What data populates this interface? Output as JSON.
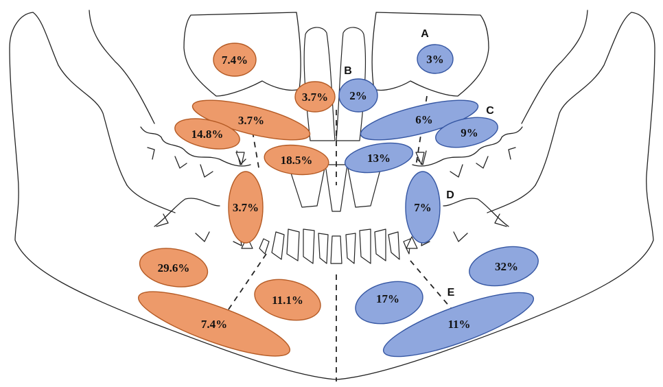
{
  "colors": {
    "left_fill": "#ED9A6A",
    "left_stroke": "#B45A24",
    "right_fill": "#8FA7DE",
    "right_stroke": "#3556A2",
    "line": "#222222"
  },
  "region_letters": [
    "A",
    "B",
    "C",
    "D",
    "E"
  ],
  "left_side_percentages": [
    "7.4%",
    "3.7%",
    "3.7%",
    "14.8%",
    "18.5%",
    "3.7%",
    "29.6%",
    "11.1%",
    "7.4%"
  ],
  "right_side_percentages": [
    "3%",
    "2%",
    "6%",
    "9%",
    "13%",
    "7%",
    "32%",
    "17%",
    "11%"
  ]
}
